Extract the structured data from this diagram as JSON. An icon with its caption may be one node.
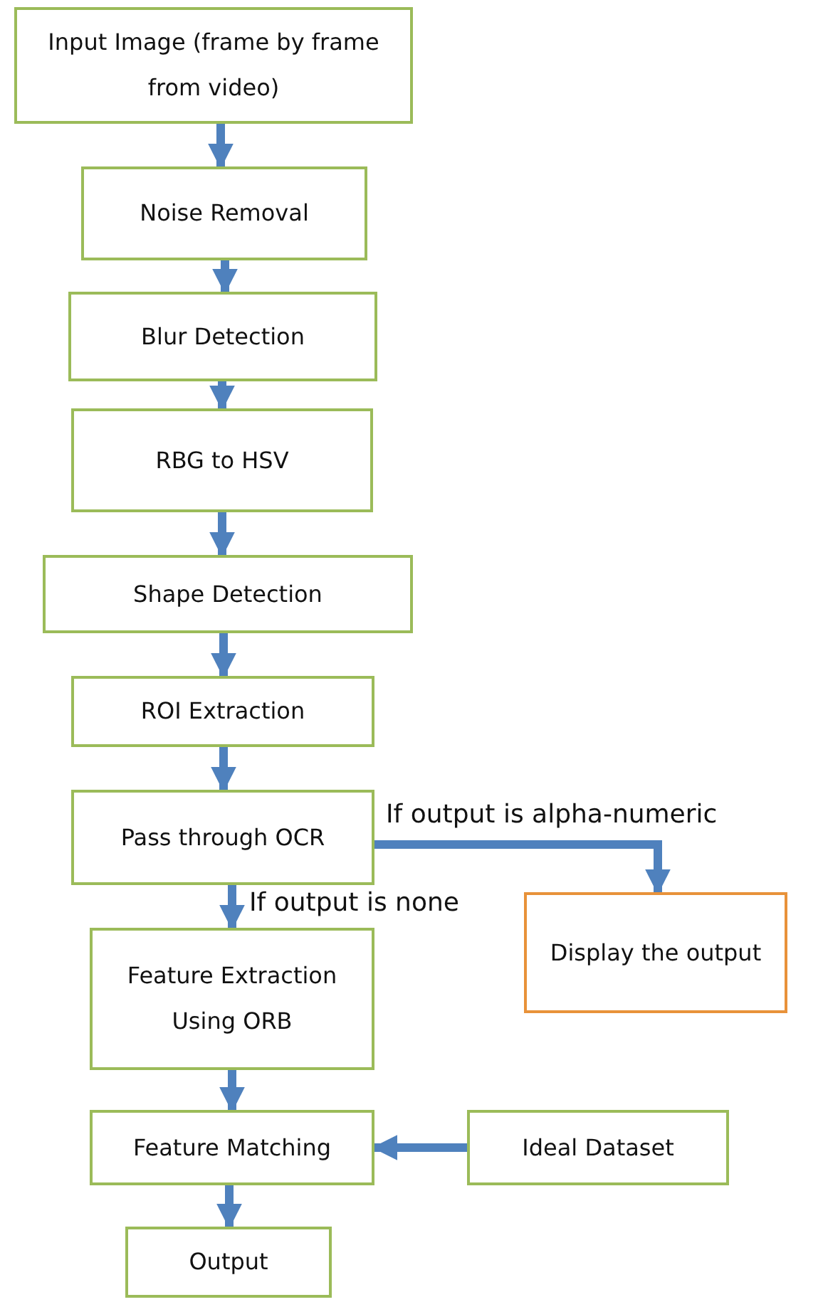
{
  "diagram": {
    "nodes": [
      {
        "text": [
          "Input Image (frame by frame from video)"
        ]
      },
      {
        "text": [
          "Noise Removal"
        ]
      },
      {
        "text": [
          "Blur Detection"
        ]
      },
      {
        "text": [
          "RBG to HSV"
        ]
      },
      {
        "text": [
          "Shape Detection"
        ]
      },
      {
        "text": [
          "ROI Extraction"
        ]
      },
      {
        "text": [
          "Pass through OCR"
        ]
      },
      {
        "text": [
          "Display the output"
        ]
      },
      {
        "text": [
          "Feature Extraction Using ORB"
        ]
      },
      {
        "text": [
          "Feature Matching"
        ]
      },
      {
        "text": [
          "Ideal Dataset"
        ]
      },
      {
        "text": [
          "Output"
        ]
      }
    ],
    "edges": [
      {
        "from": 0,
        "to": 1,
        "arrow": "to"
      },
      {
        "from": 1,
        "to": 2,
        "arrow": "to"
      },
      {
        "from": 2,
        "to": 3,
        "arrow": "to"
      },
      {
        "from": 3,
        "to": 4,
        "arrow": "to"
      },
      {
        "from": 4,
        "to": 5,
        "arrow": "to"
      },
      {
        "from": 5,
        "to": 6,
        "arrow": "to"
      },
      {
        "from": 6,
        "to": 7,
        "arrow": "to",
        "label": "If output is alpha-numeric"
      },
      {
        "from": 6,
        "to": 8,
        "arrow": "to",
        "label": "If output is none"
      },
      {
        "from": 8,
        "to": 9,
        "arrow": "to"
      },
      {
        "from": 10,
        "to": 9,
        "arrow": "to"
      },
      {
        "from": 9,
        "to": 11,
        "arrow": "to"
      }
    ]
  }
}
